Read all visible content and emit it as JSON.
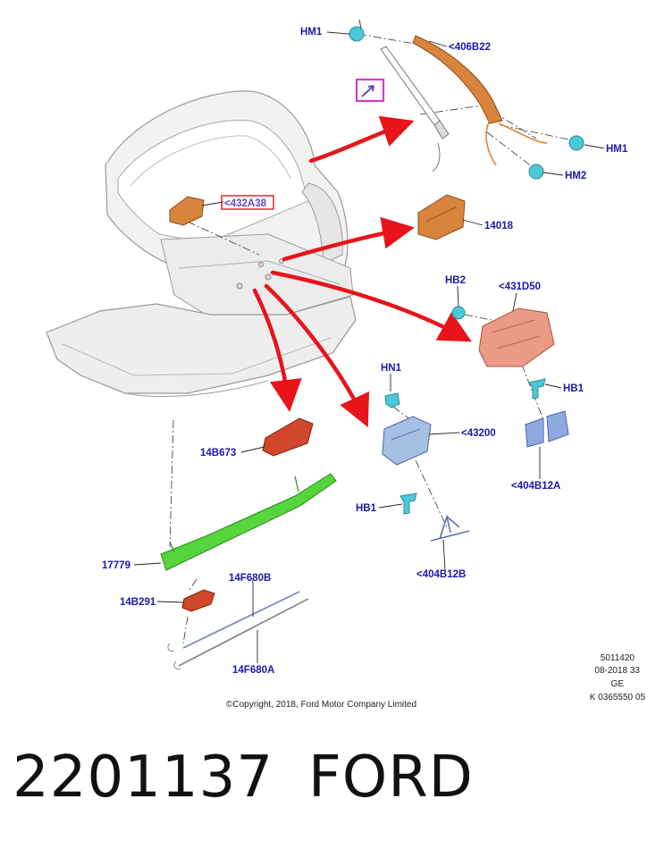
{
  "diagram": {
    "callouts": {
      "hm1_top": "HM1",
      "p406b22": "<406B22",
      "hm1_right": "HM1",
      "hm2": "HM2",
      "p432a38": "<432A38",
      "p14018": "14018",
      "hb2": "HB2",
      "p431d50": "<431D50",
      "hb1_right": "HB1",
      "p404b12a": "<404B12A",
      "hn1": "HN1",
      "p43200": "<43200",
      "hb1_left": "HB1",
      "p404b12b": "<404B12B",
      "p14b673": "14B673",
      "p17779": "17779",
      "p14b291": "14B291",
      "p14f680b": "14F680B",
      "p14f680a": "14F680A"
    },
    "copyright": "©Copyright, 2018, Ford Motor Company Limited",
    "ref_codes": [
      "5011420",
      "08-2018 33",
      "GE",
      "K 0365550 05"
    ]
  },
  "footer": {
    "part_number": "2201137",
    "brand": "FORD"
  },
  "colors": {
    "label_text": "#1a1aa6",
    "arrow_red": "#e8141a",
    "part_orange": "#d9843c",
    "part_salmon": "#ec9a86",
    "part_green": "#55d43c",
    "part_blue": "#8ea9e0",
    "fastener_cyan": "#4cc8d8",
    "highlight_magenta": "#d23cc8"
  }
}
